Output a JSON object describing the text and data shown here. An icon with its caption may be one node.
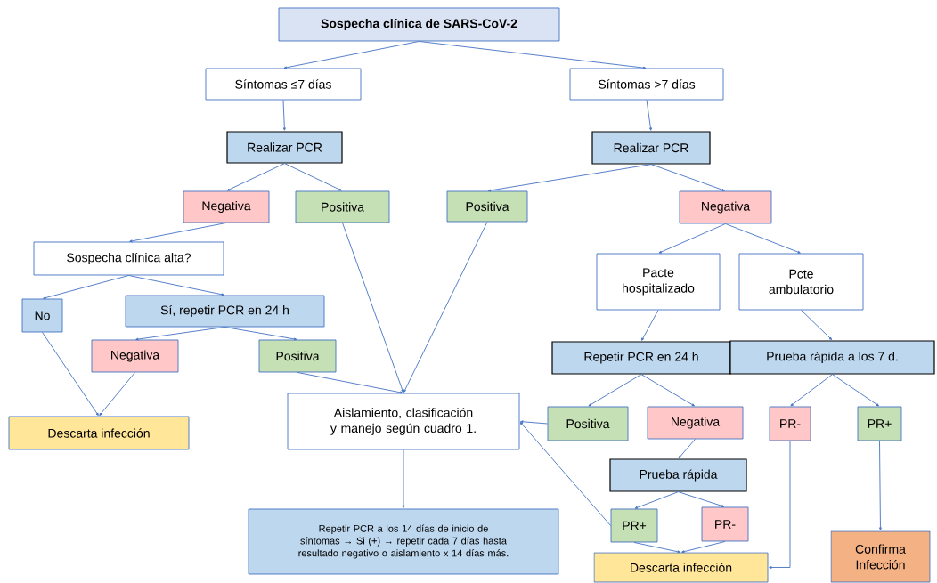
{
  "diagram": {
    "nodes": [
      {
        "text": [
          "Sospecha clínica de SARS-CoV-2"
        ]
      },
      {
        "text": [
          "Síntomas ≤7 días"
        ]
      },
      {
        "text": [
          "Síntomas >7 días"
        ]
      },
      {
        "text": [
          "Realizar PCR"
        ]
      },
      {
        "text": [
          "Realizar PCR"
        ]
      },
      {
        "text": [
          "Negativa"
        ]
      },
      {
        "text": [
          "Positiva"
        ]
      },
      {
        "text": [
          "Positiva"
        ]
      },
      {
        "text": [
          "Negativa"
        ]
      },
      {
        "text": [
          "Sospecha clínica alta?"
        ]
      },
      {
        "text": [
          "Pacte hospitalizado"
        ]
      },
      {
        "text": [
          "Pcte ambulatorio"
        ]
      },
      {
        "text": [
          "No"
        ]
      },
      {
        "text": [
          "Sí, repetir PCR en 24 h"
        ]
      },
      {
        "text": [
          "Negativa"
        ]
      },
      {
        "text": [
          "Positiva"
        ]
      },
      {
        "text": [
          "Repetir PCR en 24 h"
        ]
      },
      {
        "text": [
          "Prueba rápida a los 7 d."
        ]
      },
      {
        "text": [
          "Aislamiento, clasificación y manejo según cuadro 1."
        ]
      },
      {
        "text": [
          "Positiva"
        ]
      },
      {
        "text": [
          "Negativa"
        ]
      },
      {
        "text": [
          "PR-"
        ]
      },
      {
        "text": [
          "PR+"
        ]
      },
      {
        "text": [
          "Descarta infección"
        ]
      },
      {
        "text": [
          "Prueba rápida"
        ]
      },
      {
        "text": [
          "Repetir PCR a los 14 días de inicio de síntomas → Si (+) → repetir cada 7 días hasta resultado negativo o aislamiento x 14 días más."
        ]
      },
      {
        "text": [
          "PR+"
        ]
      },
      {
        "text": [
          "PR-"
        ]
      },
      {
        "text": [
          "Descarta infección"
        ]
      },
      {
        "text": [
          "Confirma Infección"
        ]
      }
    ],
    "edges": [
      {
        "from": 0,
        "to": 1,
        "arrow": "to"
      },
      {
        "from": 0,
        "to": 2,
        "arrow": "to"
      },
      {
        "from": 1,
        "to": 3,
        "arrow": "to"
      },
      {
        "from": 2,
        "to": 4,
        "arrow": "to"
      },
      {
        "from": 3,
        "to": 5,
        "arrow": "to"
      },
      {
        "from": 3,
        "to": 6,
        "arrow": "to"
      },
      {
        "from": 4,
        "to": 7,
        "arrow": "to"
      },
      {
        "from": 4,
        "to": 8,
        "arrow": "to"
      },
      {
        "from": 5,
        "to": 9,
        "arrow": "to"
      },
      {
        "from": 8,
        "to": 10,
        "arrow": "to"
      },
      {
        "from": 8,
        "to": 11,
        "arrow": "to"
      },
      {
        "from": 9,
        "to": 12,
        "arrow": "to"
      },
      {
        "from": 9,
        "to": 13,
        "arrow": "to"
      },
      {
        "from": 13,
        "to": 14,
        "arrow": "to"
      },
      {
        "from": 13,
        "to": 15,
        "arrow": "to"
      },
      {
        "from": 12,
        "to": 23,
        "arrow": "to"
      },
      {
        "from": 14,
        "to": 23,
        "arrow": "to"
      },
      {
        "from": 6,
        "to": 18,
        "arrow": "to"
      },
      {
        "from": 7,
        "to": 18,
        "arrow": "to"
      },
      {
        "from": 15,
        "to": 18,
        "arrow": "to"
      },
      {
        "from": 10,
        "to": 16,
        "arrow": "to"
      },
      {
        "from": 11,
        "to": 17,
        "arrow": "to"
      },
      {
        "from": 16,
        "to": 19,
        "arrow": "to"
      },
      {
        "from": 16,
        "to": 20,
        "arrow": "to"
      },
      {
        "from": 17,
        "to": 21,
        "arrow": "to"
      },
      {
        "from": 17,
        "to": 22,
        "arrow": "to"
      },
      {
        "from": 19,
        "to": 18,
        "arrow": "to"
      },
      {
        "from": 20,
        "to": 24,
        "arrow": "to"
      },
      {
        "from": 24,
        "to": 26,
        "arrow": "to"
      },
      {
        "from": 24,
        "to": 27,
        "arrow": "to"
      },
      {
        "from": 26,
        "to": 18,
        "arrow": "to"
      },
      {
        "from": 26,
        "to": 28,
        "arrow": "to"
      },
      {
        "from": 27,
        "to": 28,
        "arrow": "to"
      },
      {
        "from": 21,
        "to": 28,
        "arrow": "to"
      },
      {
        "from": 22,
        "to": 29,
        "arrow": "to"
      },
      {
        "from": 18,
        "to": 25,
        "arrow": "to"
      }
    ]
  }
}
